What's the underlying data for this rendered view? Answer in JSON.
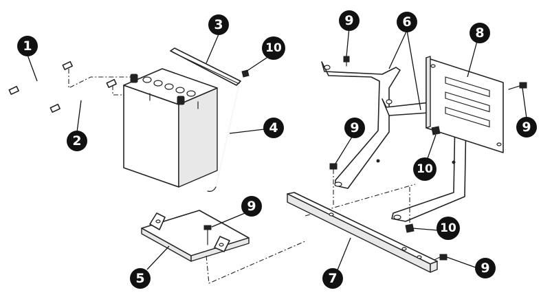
{
  "callouts": {
    "c1": "1",
    "c2": "2",
    "c3": "3",
    "c4": "4",
    "c5": "5",
    "c6": "6",
    "c7": "7",
    "c8": "8",
    "c9a": "9",
    "c9b": "9",
    "c9c": "9",
    "c9d": "9",
    "c9e": "9",
    "c10a": "10",
    "c10b": "10",
    "c10c": "10"
  }
}
